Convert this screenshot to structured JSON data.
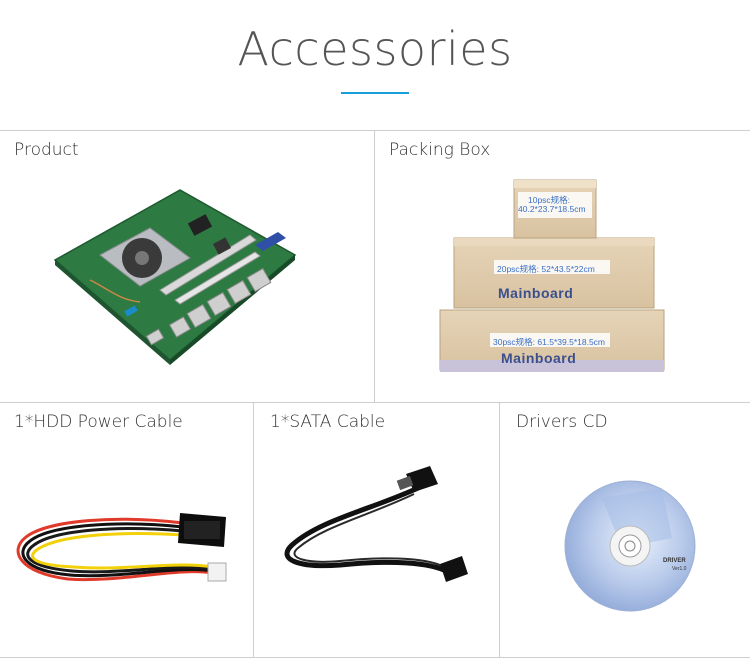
{
  "header": {
    "title": "Accessories"
  },
  "cells": {
    "product": {
      "label": "Product"
    },
    "packing_box": {
      "label": "Packing Box",
      "boxes": [
        {
          "spec": "10psc规格:",
          "dims": "40.2*23.7*18.5cm",
          "brand": ""
        },
        {
          "spec": "20psc规格:",
          "dims": "52*43.5*22cm",
          "brand": "Mainboard"
        },
        {
          "spec": "30psc规格:",
          "dims": "61.5*39.5*18.5cm",
          "brand": "Mainboard"
        }
      ]
    },
    "hdd_power": {
      "label": "1*HDD Power Cable"
    },
    "sata": {
      "label": "1*SATA Cable"
    },
    "drivers_cd": {
      "label": "Drivers CD",
      "disc_text": "DRIVER",
      "disc_ver": "Ver1.0"
    }
  },
  "colors": {
    "accent": "#1aa0d8",
    "grid": "#cfcfcf"
  }
}
